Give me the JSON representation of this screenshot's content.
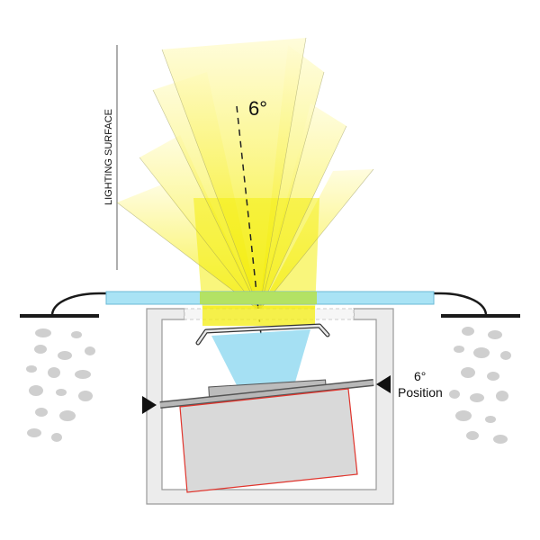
{
  "labels": {
    "lighting_surface": "LIGHTING SURFACE",
    "tilt_angle": "6°",
    "position_angle": "6°",
    "position_word": "Position"
  },
  "colors": {
    "light_yellow": "#f7f21e",
    "glass_blue": "#a9e3f5",
    "beam_blue": "#8fd8f0",
    "housing_gray": "#e6e6e6",
    "fixture_gray": "#d9d9d9",
    "fixture_outline": "#e0342c",
    "gravel_gray": "#cfcfcf",
    "ground_black": "#1a1a1a"
  },
  "icons": [
    "arrow-left-marker",
    "arrow-right-marker"
  ]
}
